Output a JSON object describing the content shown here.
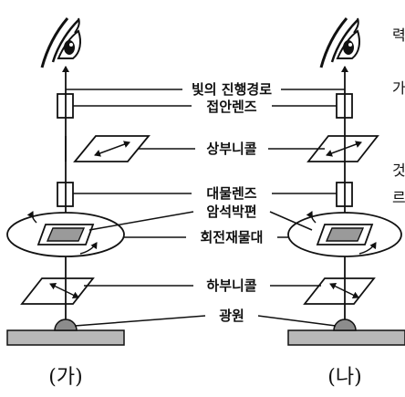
{
  "labels": {
    "light_path": "빛의 진행경로",
    "eyepiece": "접안렌즈",
    "upper_nicol": "상부니콜",
    "objective": "대물렌즈",
    "thin_section": "암석박편",
    "rotating_stage": "회전재물대",
    "lower_nicol": "하부니콜",
    "light_source": "광원"
  },
  "captions": {
    "left": "(가)",
    "right": "(나)"
  },
  "side_text_fragments": [
    "력",
    "가",
    "것",
    "르"
  ],
  "colors": {
    "line": "#111111",
    "base_fill": "#b8b8b8",
    "thin_section_fill": "#9a9a9a",
    "bulb_fill": "#8c8c8c",
    "background": "#ffffff"
  }
}
